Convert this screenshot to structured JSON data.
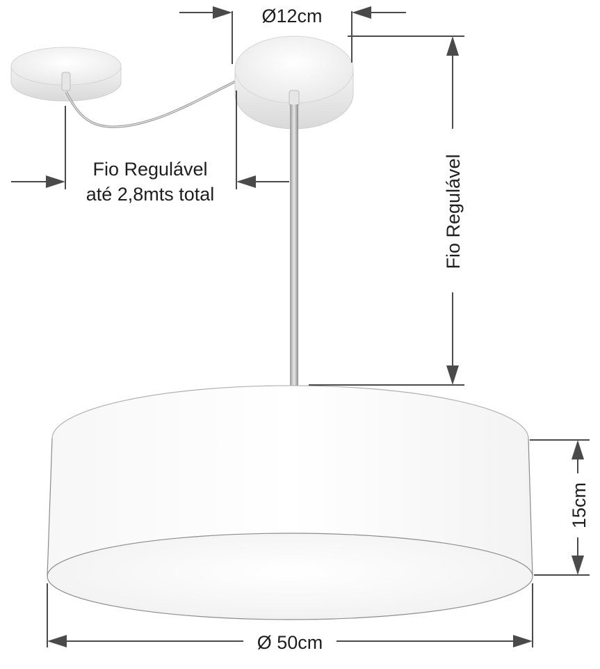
{
  "labels": {
    "canopy_diameter": "Ø12cm",
    "cable_side_line1": "Fio Regulável",
    "cable_side_line2": "até 2,8mts total",
    "cable_vertical": "Fio Regulável",
    "shade_height": "15cm",
    "shade_diameter": "Ø 50cm"
  },
  "colors": {
    "dimension_line": "#4a4a4a",
    "text": "#1e1e1e",
    "shade_fill": "#ffffff",
    "canopy_fill": "#f4f4f4"
  }
}
